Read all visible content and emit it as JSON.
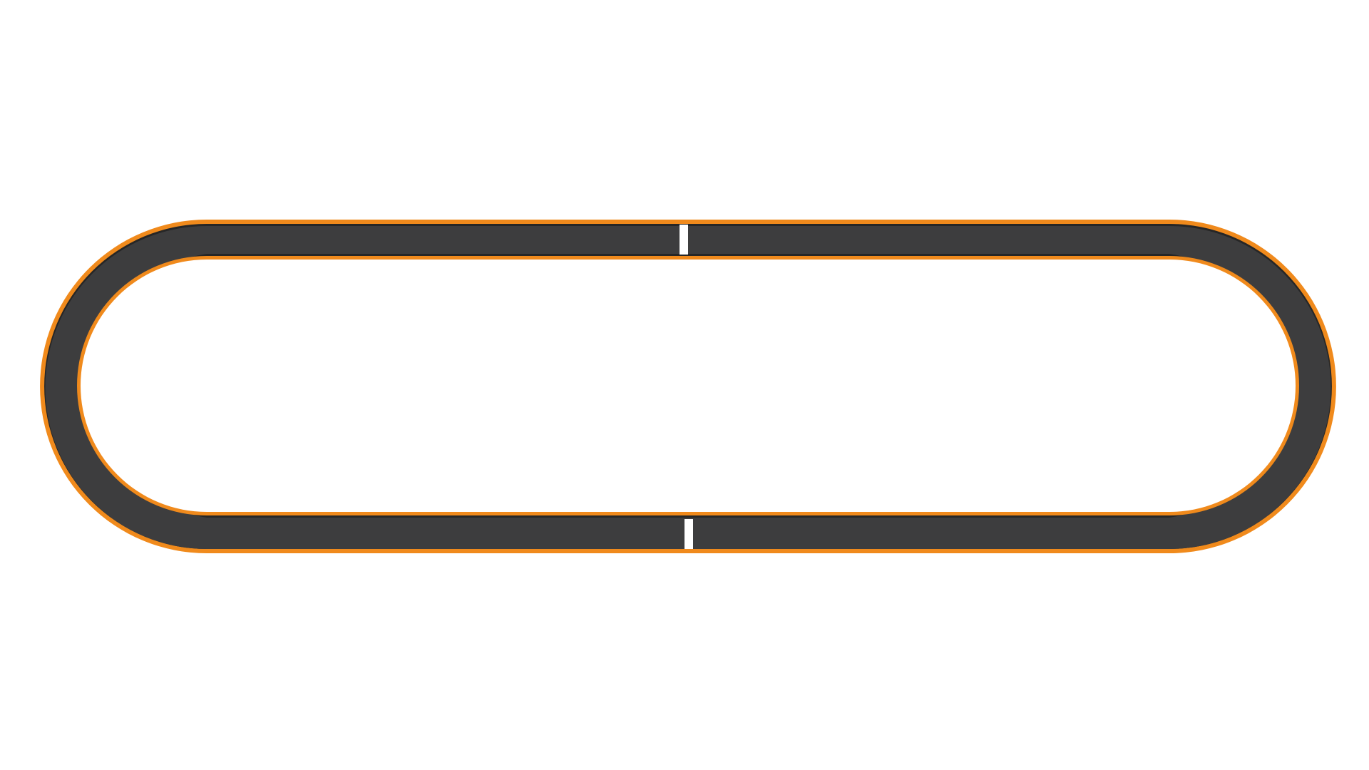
{
  "scene": {
    "background_color": "#ffffff",
    "track": {
      "shape": "oval",
      "surface_color": "#3d3d3e",
      "edge_line_color": "#262626",
      "curb_color": "#f08a1c",
      "markers": [
        {
          "name": "start-finish-line",
          "color": "#ffffff"
        },
        {
          "name": "checkpoint-line",
          "color": "#ffffff"
        }
      ]
    }
  }
}
